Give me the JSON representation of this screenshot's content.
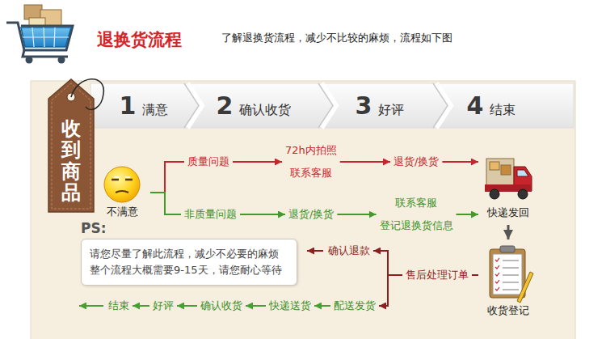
{
  "diagram": {
    "title": "退换货流程",
    "nodes": [
      {
        "text": [
          "收到商品"
        ]
      },
      {
        "text": [
          "1",
          "满意"
        ]
      },
      {
        "text": [
          "2",
          "确认收货"
        ]
      },
      {
        "text": [
          "3",
          "好评"
        ]
      },
      {
        "text": [
          "4",
          "结束"
        ]
      },
      {
        "text": [
          "不满意"
        ]
      },
      {
        "text": [
          "质量问题"
        ]
      },
      {
        "text": [
          "72h内拍照",
          "联系客服"
        ]
      },
      {
        "text": [
          "退货/换货"
        ]
      },
      {
        "text": [
          "非质量问题"
        ]
      },
      {
        "text": [
          "退货/换货"
        ]
      },
      {
        "text": [
          "联系客服",
          "登记退换货信息"
        ]
      },
      {
        "text": [
          "快递发回"
        ]
      },
      {
        "text": [
          "收货登记"
        ]
      },
      {
        "text": [
          "售后处理订单"
        ]
      },
      {
        "text": [
          "确认退款"
        ]
      },
      {
        "text": [
          "配送发货"
        ]
      },
      {
        "text": [
          "快递送货"
        ]
      },
      {
        "text": [
          "确认收货"
        ]
      },
      {
        "text": [
          "好评"
        ]
      },
      {
        "text": [
          "结束"
        ]
      },
      {
        "text": [
          "PS:",
          "请您尽量了解此流程，减少不必要的麻烦 整个流程大概需要9-15天，请您耐心等待"
        ]
      }
    ],
    "edges": [
      {
        "from": 5,
        "to": 6,
        "arrow": "none"
      },
      {
        "from": 6,
        "to": 7,
        "arrow": "to"
      },
      {
        "from": 7,
        "to": 8,
        "arrow": "to"
      },
      {
        "from": 8,
        "to": 12,
        "arrow": "to"
      },
      {
        "from": 5,
        "to": 9,
        "arrow": "none"
      },
      {
        "from": 9,
        "to": 10,
        "arrow": "to"
      },
      {
        "from": 10,
        "to": 11,
        "arrow": "to"
      },
      {
        "from": 11,
        "to": 12,
        "arrow": "to"
      },
      {
        "from": 12,
        "to": 13,
        "arrow": "to"
      },
      {
        "from": 13,
        "to": 14,
        "arrow": "none"
      },
      {
        "from": 14,
        "to": 15,
        "arrow": "to"
      },
      {
        "from": 14,
        "to": 16,
        "arrow": "to"
      },
      {
        "from": 16,
        "to": 17,
        "arrow": "to"
      },
      {
        "from": 17,
        "to": 18,
        "arrow": "to"
      },
      {
        "from": 18,
        "to": 19,
        "arrow": "to"
      },
      {
        "from": 19,
        "to": 20,
        "arrow": "to"
      }
    ],
    "labels": [
      "了解退换货流程，减少不比较的麻烦，流程如下图"
    ]
  }
}
